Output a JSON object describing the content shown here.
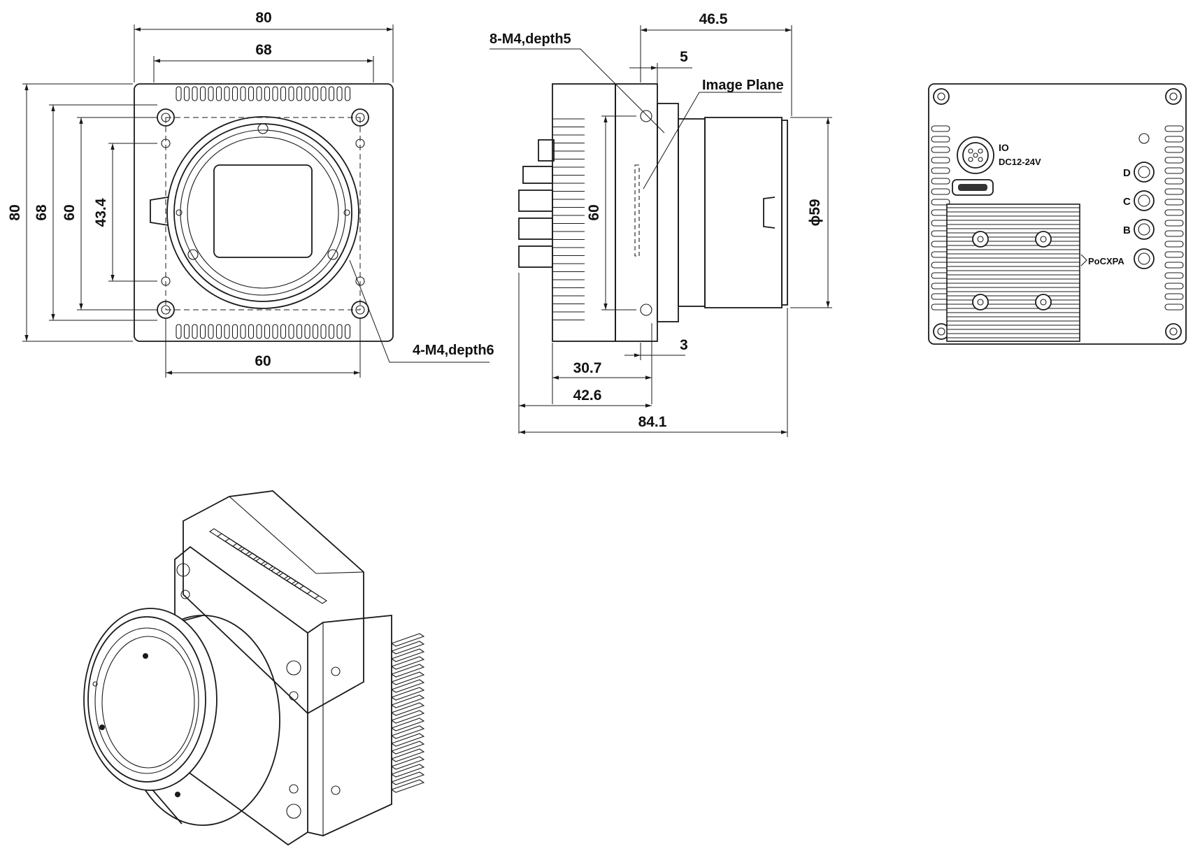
{
  "front_view": {
    "dims": {
      "outer_width": "80",
      "inner_width": "68",
      "bottom_width": "60",
      "outer_height": "80",
      "inner_height": "68",
      "mid_height": "60",
      "mount_height": "43.4"
    },
    "callout": "4-M4,depth6"
  },
  "side_view": {
    "dims": {
      "top_depth": "46.5",
      "flange": "5",
      "height": "60",
      "diameter": "ϕ59",
      "gap": "3",
      "d1": "30.7",
      "d2": "42.6",
      "total_length": "84.1"
    },
    "callout_holes": "8-M4,depth5",
    "callout_plane": "Image Plane"
  },
  "rear_view": {
    "io_label": "IO",
    "power_label": "DC12-24V",
    "leds": [
      "D",
      "C",
      "B"
    ],
    "port_label": "PoCXPA"
  },
  "iso_view": {}
}
